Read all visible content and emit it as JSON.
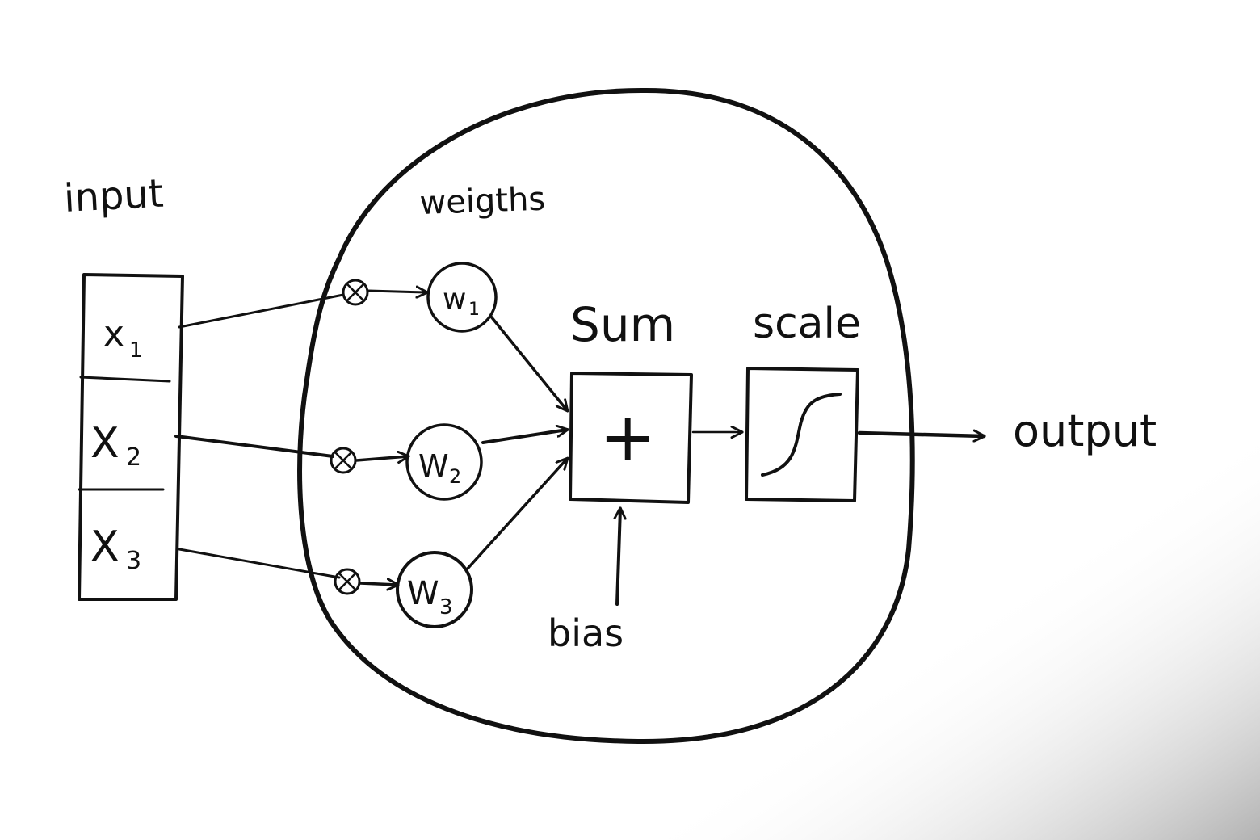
{
  "labels": {
    "input": "input",
    "weights": "weigths",
    "sum": "Sum",
    "scale": "scale",
    "bias": "bias",
    "output": "output",
    "plus": "+"
  },
  "inputs": [
    {
      "var": "x",
      "sub": "1"
    },
    {
      "var": "X",
      "sub": "2"
    },
    {
      "var": "X",
      "sub": "3"
    }
  ],
  "weights": [
    {
      "var": "w",
      "sub": "1"
    },
    {
      "var": "W",
      "sub": "2"
    },
    {
      "var": "W",
      "sub": "3"
    }
  ],
  "colors": {
    "ink": "#111111",
    "paper": "#ffffff"
  }
}
